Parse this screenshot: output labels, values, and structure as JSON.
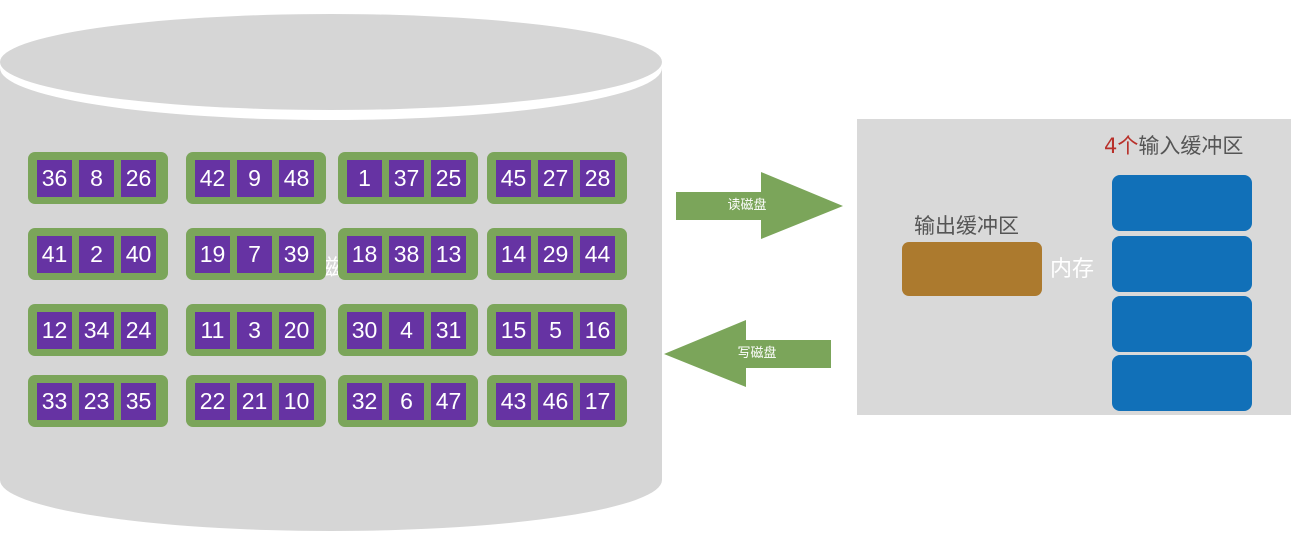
{
  "disk": {
    "label": "磁盘",
    "runs": [
      [
        36,
        8,
        26
      ],
      [
        42,
        9,
        48
      ],
      [
        1,
        37,
        25
      ],
      [
        45,
        27,
        28
      ],
      [
        41,
        2,
        40
      ],
      [
        19,
        7,
        39
      ],
      [
        18,
        38,
        13
      ],
      [
        14,
        29,
        44
      ],
      [
        12,
        34,
        24
      ],
      [
        11,
        3,
        20
      ],
      [
        30,
        4,
        31
      ],
      [
        15,
        5,
        16
      ],
      [
        33,
        23,
        35
      ],
      [
        22,
        21,
        10
      ],
      [
        32,
        6,
        47
      ],
      [
        43,
        46,
        17
      ]
    ]
  },
  "arrows": {
    "read_label": "读磁盘",
    "write_label": "写磁盘"
  },
  "memory": {
    "label": "内存",
    "input_title_count": "4个",
    "input_title_text": "输入缓冲区",
    "output_title": "输出缓冲区",
    "input_buffers": [
      "",
      "",
      "",
      ""
    ]
  },
  "colors": {
    "disk": "#d6d6d6",
    "run_group": "#7ba55a",
    "cell": "#6633a3",
    "arrow": "#7ba55a",
    "memory": "#d9d9d9",
    "input_buffer": "#1170b8",
    "output_buffer": "#ac7a2e",
    "highlight": "#b8302a"
  }
}
